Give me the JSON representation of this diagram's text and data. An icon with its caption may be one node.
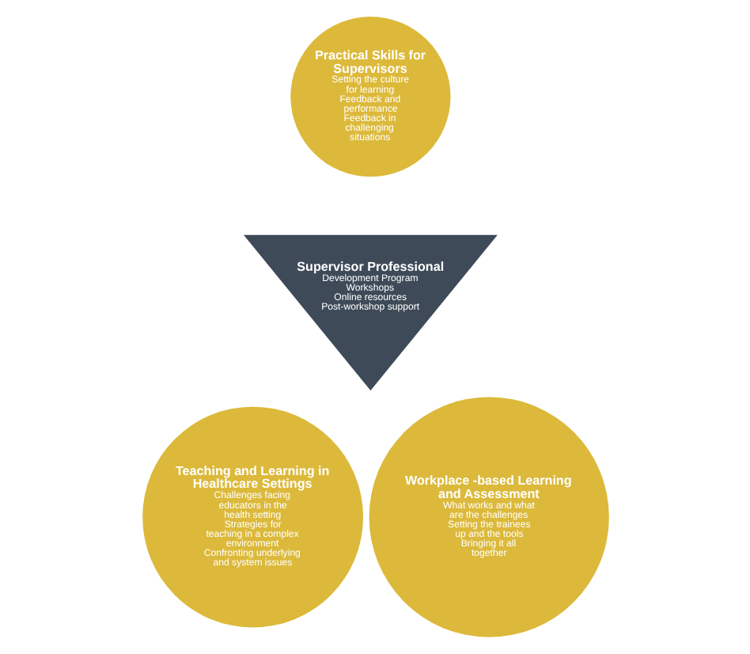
{
  "diagram": {
    "nodes": [
      {
        "text": [
          "Practical Skills for Supervisors",
          "Setting the culture for learning",
          "Feedback and performance",
          "Feedback in challenging situations"
        ]
      },
      {
        "text": [
          "Supervisor Professional",
          "Development Program",
          "Workshops",
          "Online resources",
          "Post-workshop support"
        ]
      },
      {
        "text": [
          "Teaching and Learning in Healthcare Settings",
          "Challenges facing educators in the health setting",
          "Strategies for teaching in a complex environment",
          "Confronting underlying and system issues"
        ]
      },
      {
        "text": [
          "Workplace -based Learning and Assessment",
          "What works and what are the challenges",
          "Setting the trainees up and the tools",
          "Bringing it all together"
        ]
      }
    ]
  }
}
